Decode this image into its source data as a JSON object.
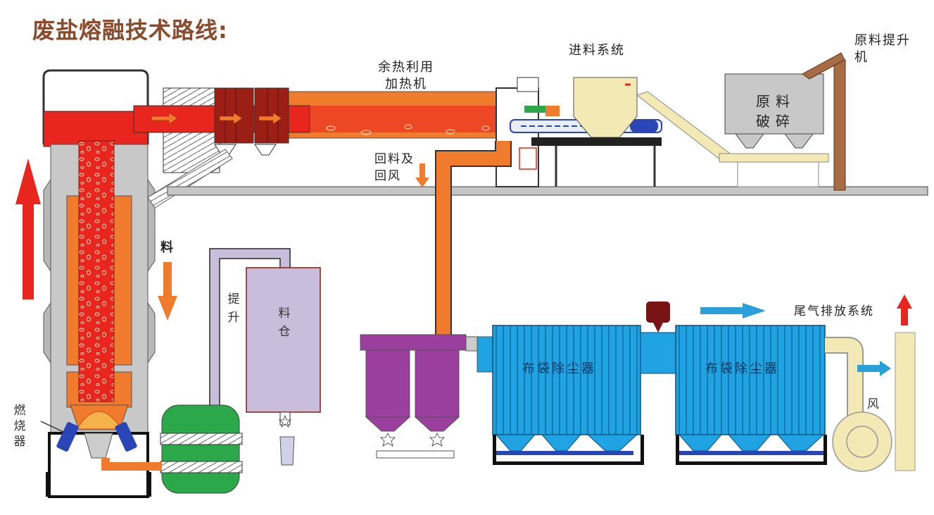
{
  "title": "废盐熔融技术路线:",
  "labels": {
    "feeding_system": "进料系统",
    "raw_lift": "原料提升机",
    "waste_heat": "余热利用加热机",
    "crusher": "原料破碎",
    "return_air": "回料及回风",
    "material": "料",
    "lift": "提升",
    "silo": "料仓",
    "burner": "燃烧器",
    "bag_filter_1": "布袋除尘器",
    "bag_filter_2": "布袋除尘器",
    "exhaust_system": "尾气排放系统",
    "fan": "风"
  },
  "colors": {
    "title": "#8a4a2c",
    "melt_red": "#e8261d",
    "pipe_orange": "#f07b2d",
    "bag_filter_blue": "#1fa3e3",
    "cyclone_purple": "#9b3f9e",
    "silo_lilac": "#c9bddc",
    "cooler_green": "#2aa84a",
    "hopper_cream": "#f2e9b4",
    "arrow_blue": "#2b9fd9"
  }
}
